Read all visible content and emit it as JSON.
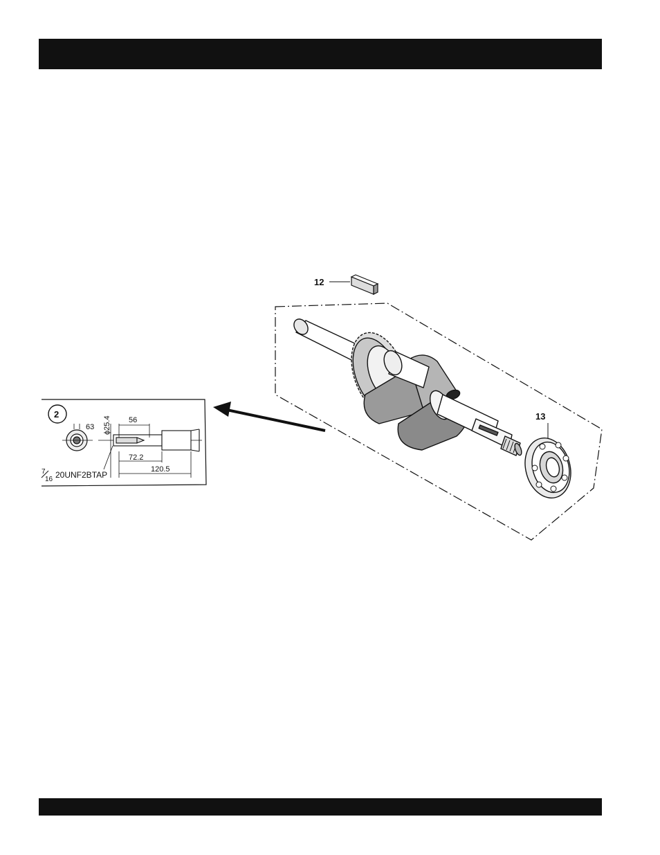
{
  "callouts": {
    "key": "12",
    "bearing": "13",
    "detail_index": "2"
  },
  "detail": {
    "dim_63": "63",
    "dim_dia": "ϕ25.4",
    "dim_56": "56",
    "dim_722": "72.2",
    "dim_1205": "120.5",
    "thread_num": "7",
    "thread_den": "16",
    "thread_spec": "20UNF2BTAP"
  }
}
